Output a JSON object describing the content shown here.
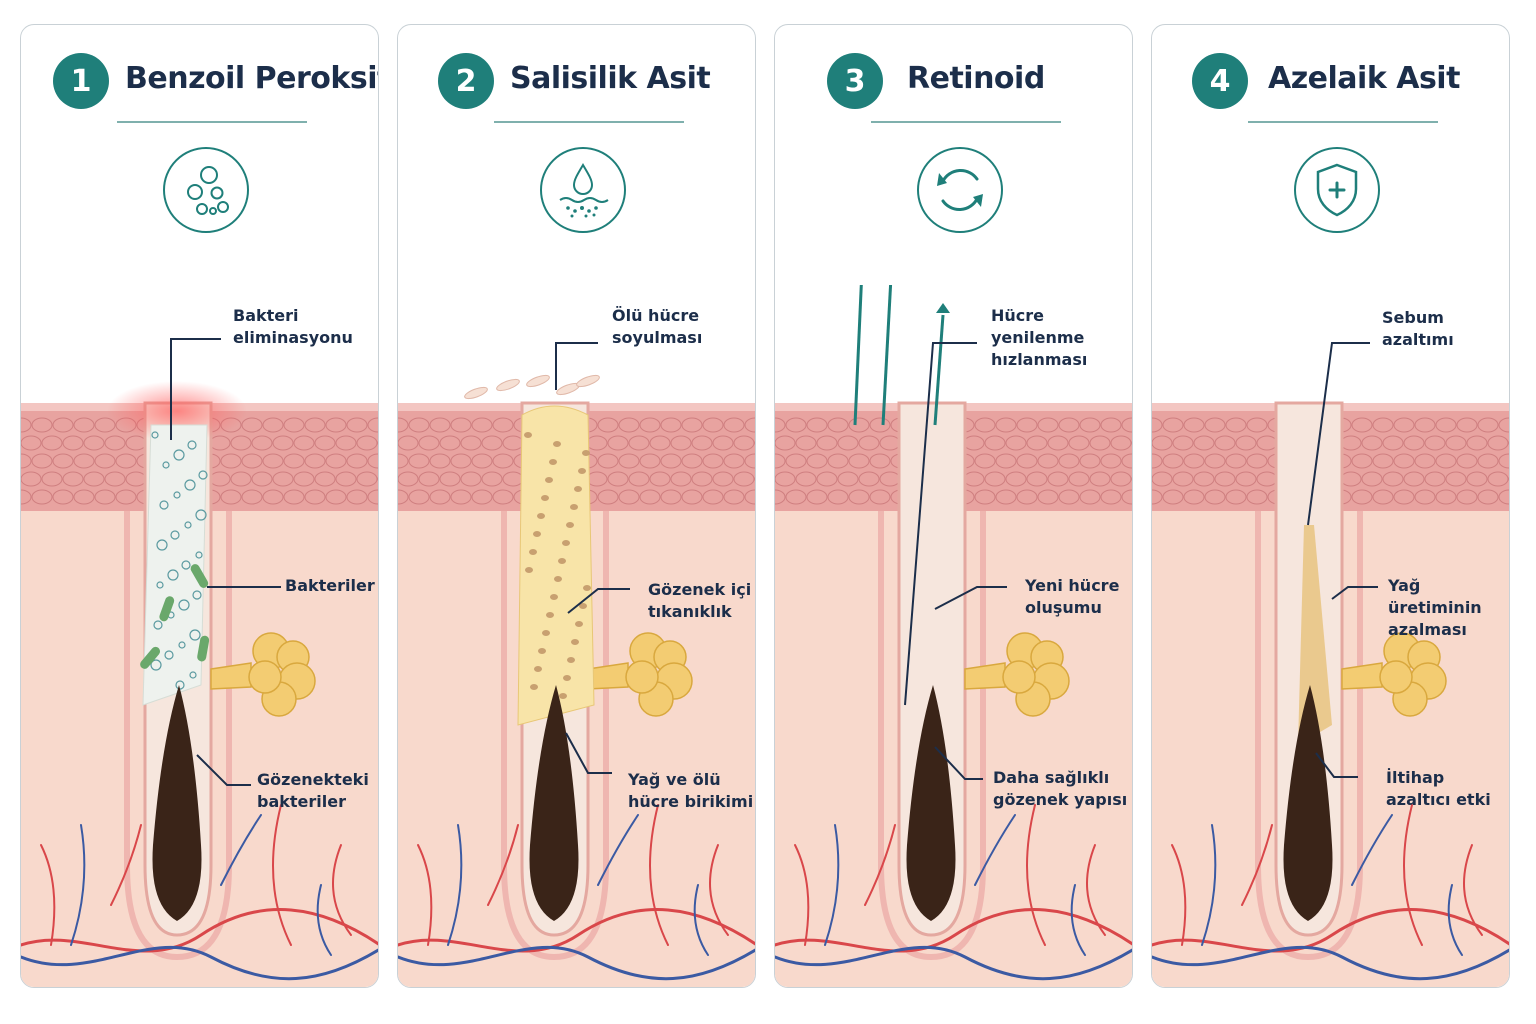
{
  "panels": [
    {
      "number": "1",
      "title": "Benzoil Peroksit",
      "icon": "bubbles-icon",
      "labels": [
        {
          "text": "Bakteri\neliminasyonu"
        },
        {
          "text": "Bakteriler"
        },
        {
          "text": "Gözenekteki\nbakteriler"
        }
      ]
    },
    {
      "number": "2",
      "title": "Salisilik Asit",
      "icon": "droplet-exfoliation-icon",
      "labels": [
        {
          "text": "Ölü hücre\nsoyulması"
        },
        {
          "text": "Gözenek içi\ntıkanıklık"
        },
        {
          "text": "Yağ ve ölü\nhücre birikimi"
        }
      ]
    },
    {
      "number": "3",
      "title": "Retinoid",
      "icon": "renewal-cycle-icon",
      "labels": [
        {
          "text": "Hücre yenilenme\nhızlanması"
        },
        {
          "text": "Yeni hücre\noluşumu"
        },
        {
          "text": "Daha sağlıklı\ngözenek yapısı"
        }
      ]
    },
    {
      "number": "4",
      "title": "Azelaik Asit",
      "icon": "shield-plus-icon",
      "labels": [
        {
          "text": "Sebum\nazaltımı"
        },
        {
          "text": "Yağ üretiminin\nazalması"
        },
        {
          "text": "İltihap\nazaltıcı etki"
        }
      ]
    }
  ],
  "colors": {
    "accent": "#1f7f7a",
    "title": "#1c2e4a",
    "epidermis": "#e8a3a0",
    "dermis": "#f8d9cc",
    "gland": "#f3cc72",
    "artery": "#d9474a",
    "vein": "#3b5aa3",
    "hair": "#3a2418"
  }
}
